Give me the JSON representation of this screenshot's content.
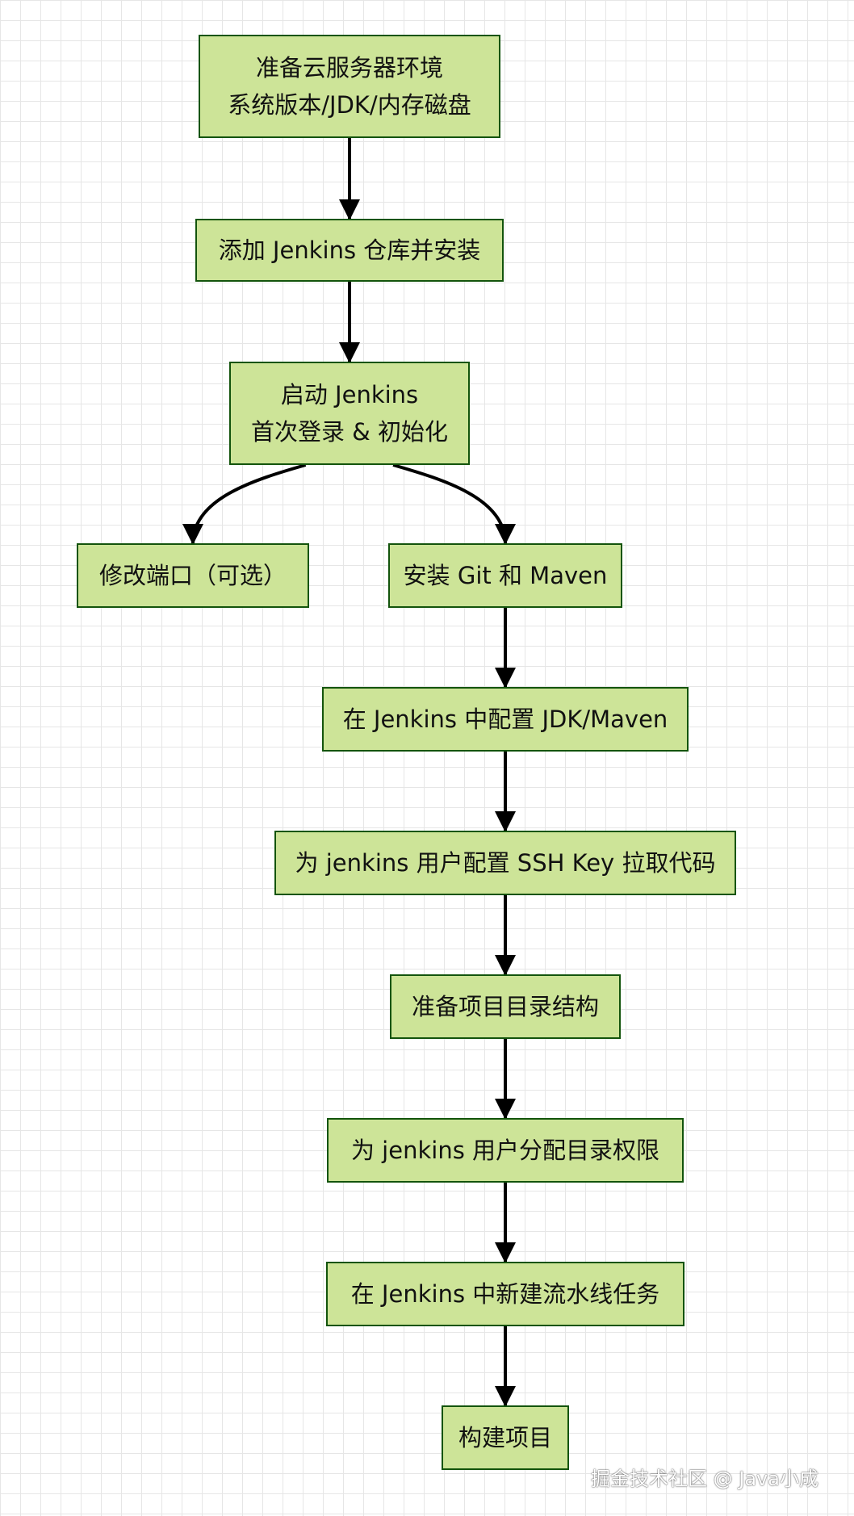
{
  "nodes": {
    "n1": {
      "lines": [
        "准备云服务器环境",
        "系统版本/JDK/内存磁盘"
      ]
    },
    "n2": {
      "lines": [
        "添加 Jenkins 仓库并安装"
      ]
    },
    "n3": {
      "lines": [
        "启动 Jenkins",
        "首次登录 & 初始化"
      ]
    },
    "n4": {
      "lines": [
        "修改端口（可选）"
      ]
    },
    "n5": {
      "lines": [
        "安装 Git 和 Maven"
      ]
    },
    "n6": {
      "lines": [
        "在 Jenkins 中配置 JDK/Maven"
      ]
    },
    "n7": {
      "lines": [
        "为 jenkins 用户配置 SSH Key 拉取代码"
      ]
    },
    "n8": {
      "lines": [
        "准备项目目录结构"
      ]
    },
    "n9": {
      "lines": [
        "为 jenkins 用户分配目录权限"
      ]
    },
    "n10": {
      "lines": [
        "在 Jenkins 中新建流水线任务"
      ]
    },
    "n11": {
      "lines": [
        "构建项目"
      ]
    }
  },
  "edges": [
    [
      "n1",
      "n2"
    ],
    [
      "n2",
      "n3"
    ],
    [
      "n3",
      "n4"
    ],
    [
      "n3",
      "n5"
    ],
    [
      "n5",
      "n6"
    ],
    [
      "n6",
      "n7"
    ],
    [
      "n7",
      "n8"
    ],
    [
      "n8",
      "n9"
    ],
    [
      "n9",
      "n10"
    ],
    [
      "n10",
      "n11"
    ]
  ],
  "watermark": "掘金技术社区 @ Java小成",
  "colors": {
    "node_fill": "#cde498",
    "node_border": "#13540c",
    "edge": "#000000",
    "grid": "#e6e6e6"
  }
}
